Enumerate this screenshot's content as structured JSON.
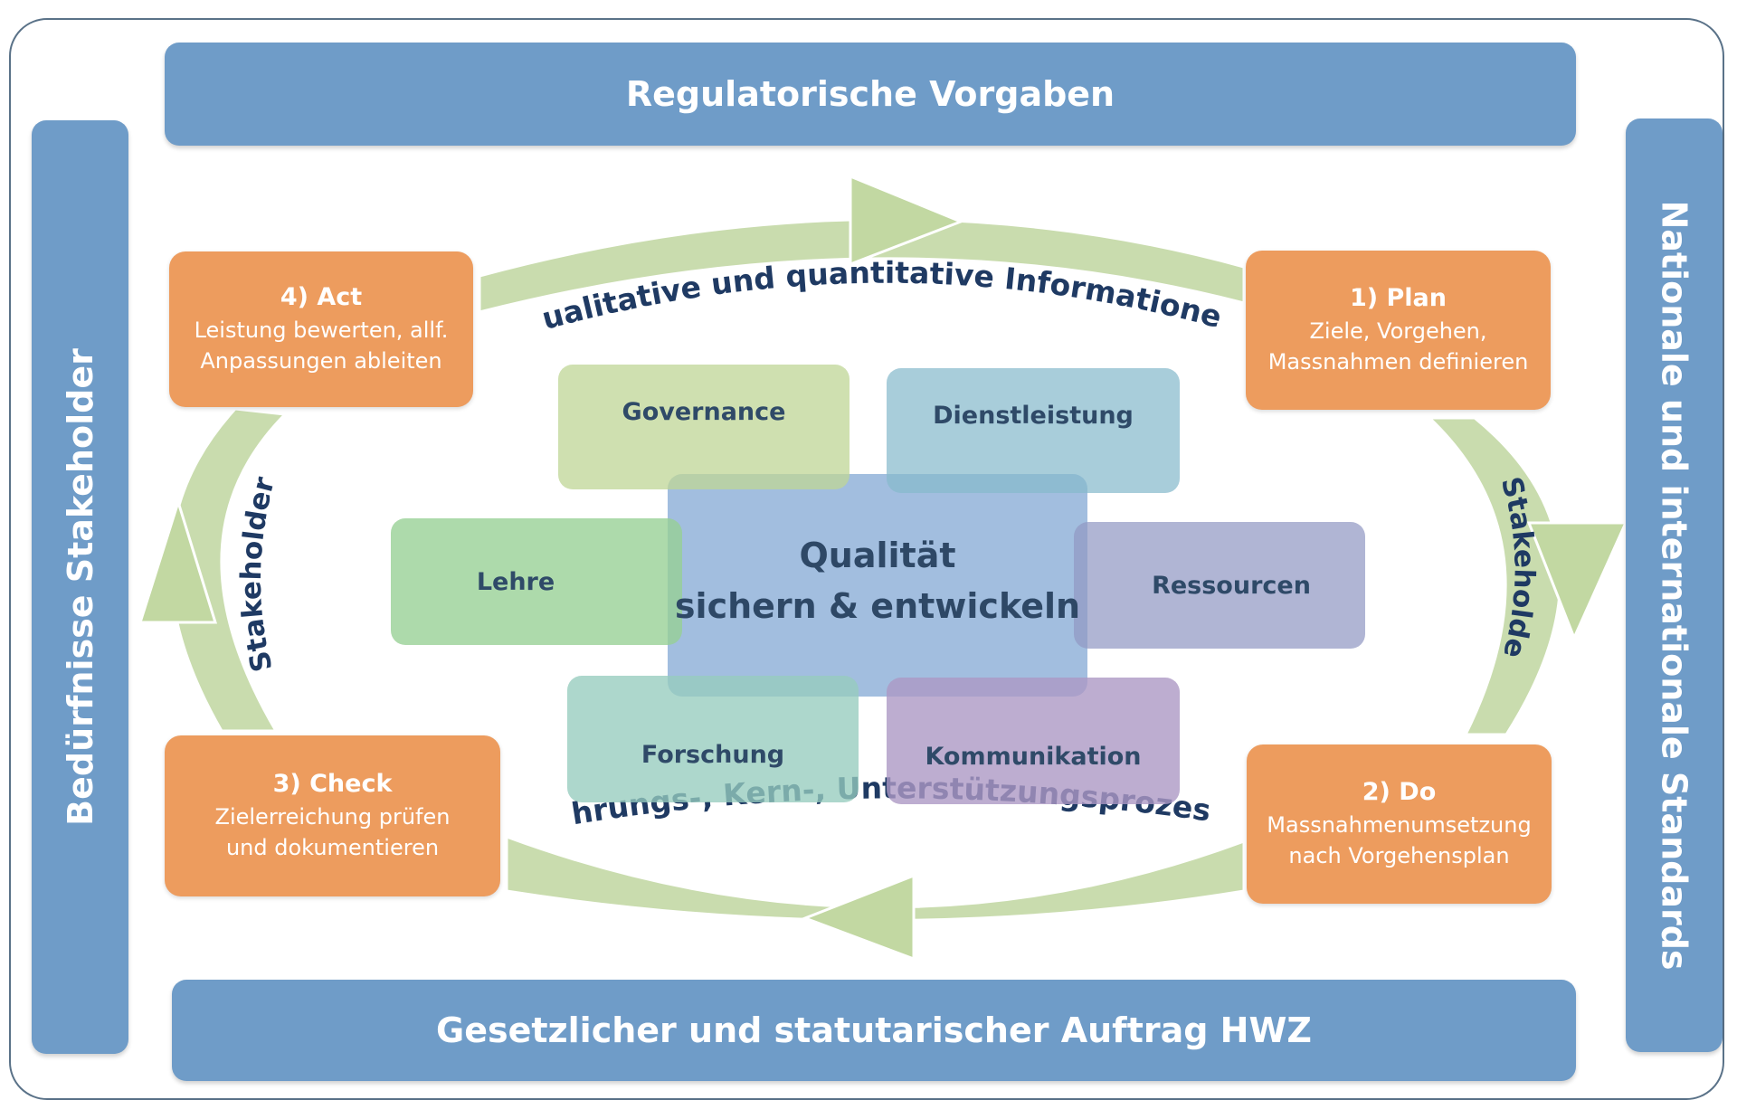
{
  "bands": {
    "top": "Regulatorische Vorgaben",
    "bottom": "Gesetzlicher und statutarischer Auftrag HWZ",
    "left": "Bedürfnisse Stakeholder",
    "right": "Nationale und internationale Standards"
  },
  "steps": {
    "plan": {
      "title": "1) Plan",
      "line1": "Ziele, Vorgehen,",
      "line2": "Massnahmen definieren"
    },
    "do": {
      "title": "2) Do",
      "line1": "Massnahmenumsetzung",
      "line2": "nach Vorgehensplan"
    },
    "check": {
      "title": "3) Check",
      "line1": "Zielerreichung prüfen",
      "line2": "und dokumentieren"
    },
    "act": {
      "title": "4) Act",
      "line1": "Leistung bewerten, allf.",
      "line2": "Anpassungen ableiten"
    }
  },
  "arc_labels": {
    "top": "Qualitative und quantitative Informationen",
    "bottom": "Führungs-, Kern-, Unterstützungsprozesse",
    "left": "Stakeholder",
    "right": "Stakeholder"
  },
  "areas": {
    "governance": "Governance",
    "dienstleistung": "Dienstleistung",
    "lehre": "Lehre",
    "ressourcen": "Ressourcen",
    "forschung": "Forschung",
    "kommunikation": "Kommunikation"
  },
  "center": {
    "line1": "Qualität",
    "line2": "sichern & entwickeln"
  },
  "colors": {
    "band": "#6f9cc8",
    "step": "#ed9c5e",
    "cycle_arrow": "#c9dcae",
    "text_dark": "#1f3a63"
  }
}
